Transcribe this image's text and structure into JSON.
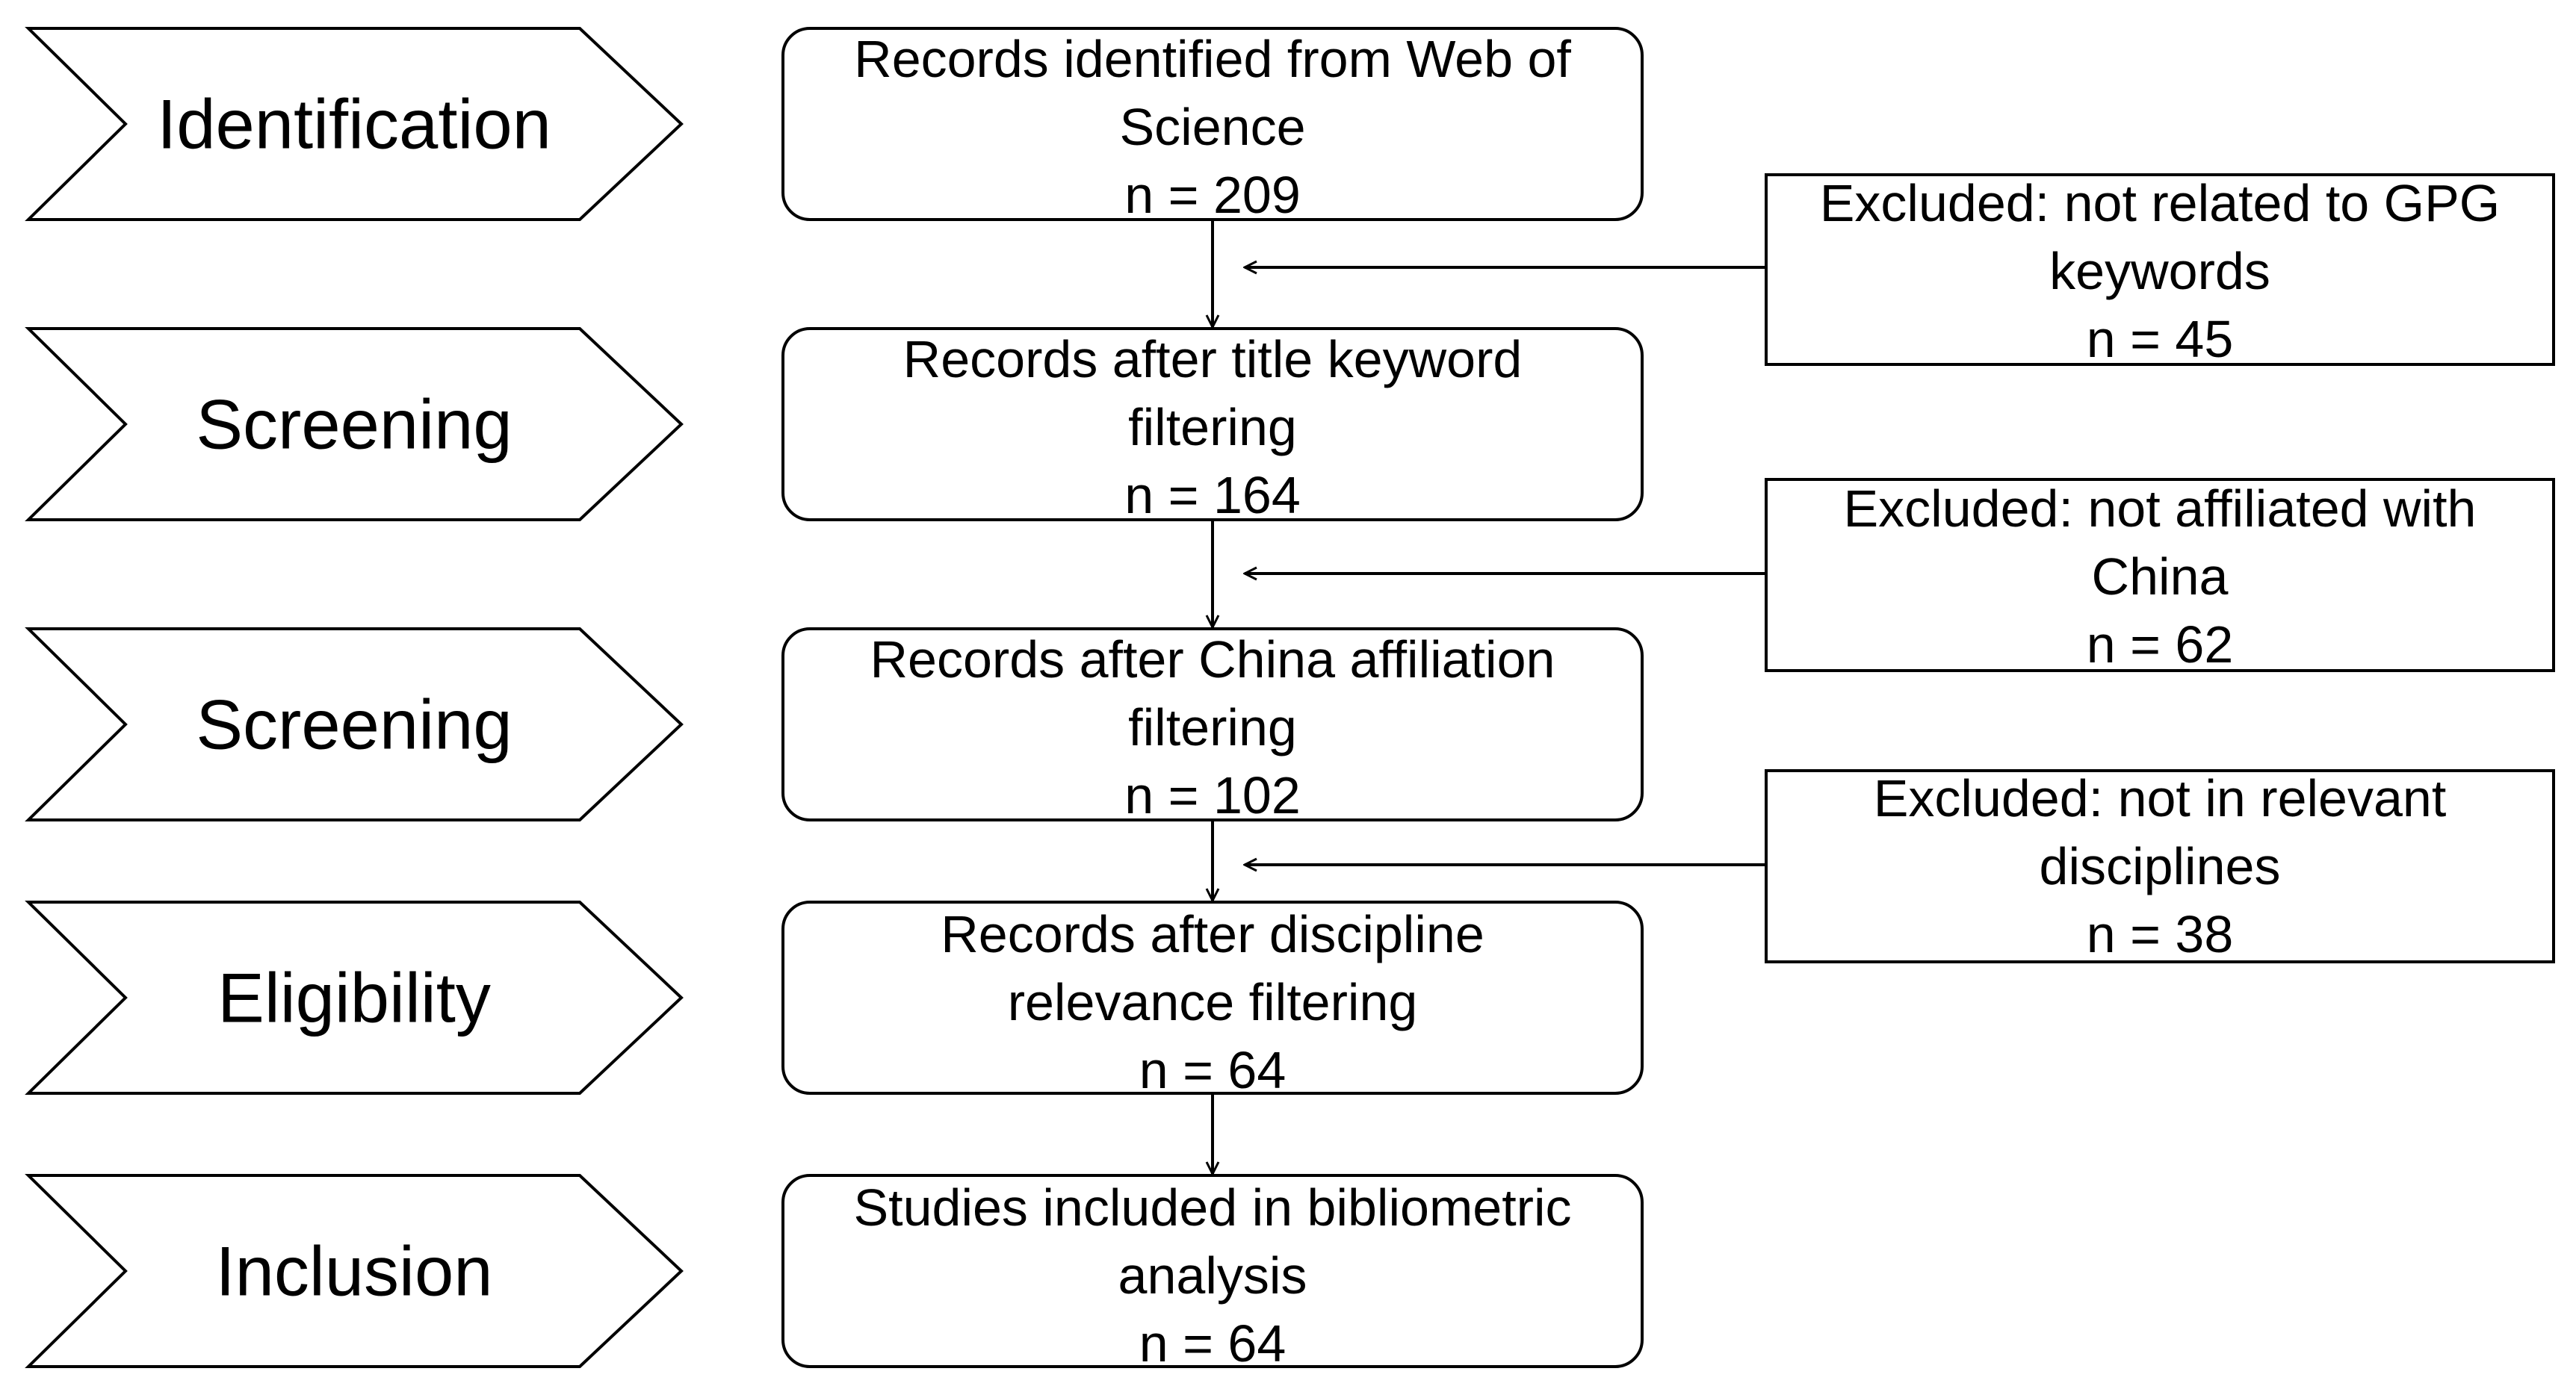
{
  "stages": [
    {
      "label": "Identification"
    },
    {
      "label": "Screening"
    },
    {
      "label": "Screening"
    },
    {
      "label": "Eligibility"
    },
    {
      "label": "Inclusion"
    }
  ],
  "records": [
    {
      "lines": [
        "Records identified from Web of",
        "Science"
      ],
      "count": "n = 209"
    },
    {
      "lines": [
        "Records after title keyword",
        "filtering"
      ],
      "count": "n = 164"
    },
    {
      "lines": [
        "Records after China affiliation",
        "filtering"
      ],
      "count": "n = 102"
    },
    {
      "lines": [
        "Records after discipline",
        "relevance filtering"
      ],
      "count": "n = 64"
    },
    {
      "lines": [
        "Studies included in bibliometric",
        "analysis"
      ],
      "count": "n = 64"
    }
  ],
  "exclusions": [
    {
      "lines": [
        "Excluded: not related to GPG",
        "keywords"
      ],
      "count": "n = 45"
    },
    {
      "lines": [
        "Excluded: not affiliated with",
        "China"
      ],
      "count": "n = 62"
    },
    {
      "lines": [
        "Excluded: not in relevant",
        "disciplines"
      ],
      "count": "n = 38"
    }
  ]
}
